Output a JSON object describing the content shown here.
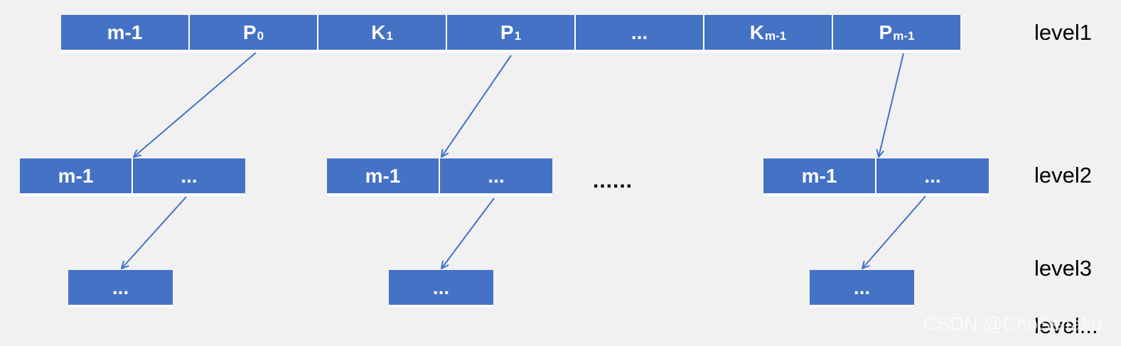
{
  "root_node": {
    "cells": [
      {
        "main": "m-1",
        "sub": ""
      },
      {
        "main": "P",
        "sub": "0"
      },
      {
        "main": "K",
        "sub": "1"
      },
      {
        "main": "P",
        "sub": "1"
      },
      {
        "main": "...",
        "sub": ""
      },
      {
        "main": "K",
        "sub": "m-1"
      },
      {
        "main": "P",
        "sub": "m-1"
      }
    ]
  },
  "child_nodes": [
    {
      "cells": [
        "m-1",
        "..."
      ]
    },
    {
      "cells": [
        "m-1",
        "..."
      ]
    },
    {
      "cells": [
        "m-1",
        "..."
      ]
    }
  ],
  "sibling_ellipsis": "......",
  "leaf_nodes": [
    {
      "label": "..."
    },
    {
      "label": "..."
    },
    {
      "label": "..."
    }
  ],
  "levels": [
    "level1",
    "level2",
    "level3",
    "level..."
  ],
  "watermark": "CSDN @ChoSeitaku",
  "colors": {
    "node_fill": "#4472c4",
    "arrow": "#4472c4",
    "background": "#f1f1f1",
    "text_on_node": "#ffffff"
  }
}
